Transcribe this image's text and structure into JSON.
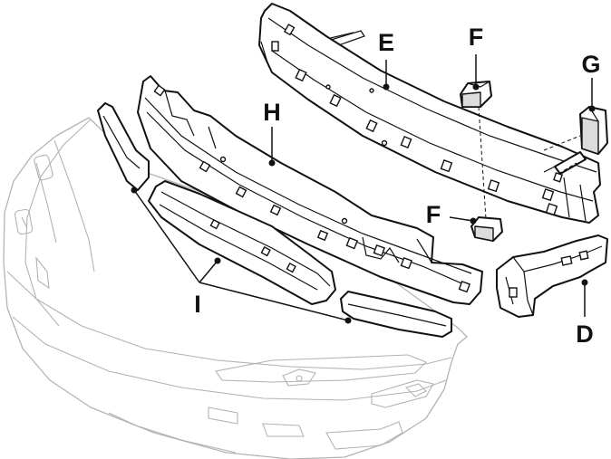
{
  "diagram": {
    "callouts": [
      {
        "key": "E",
        "label": "E"
      },
      {
        "key": "F1",
        "label": "F"
      },
      {
        "key": "G",
        "label": "G"
      },
      {
        "key": "H",
        "label": "H"
      },
      {
        "key": "F2",
        "label": "F"
      },
      {
        "key": "I",
        "label": "I"
      },
      {
        "key": "D",
        "label": "D"
      }
    ]
  }
}
